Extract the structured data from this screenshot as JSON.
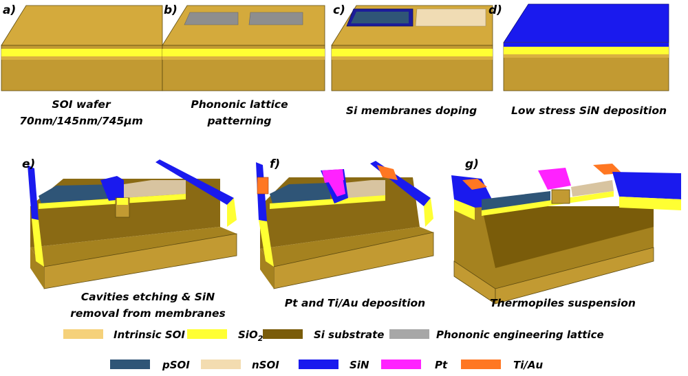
{
  "steps": [
    {
      "id": "a",
      "letter": "a)",
      "caption": [
        "SOI wafer",
        "70nm/145nm/745µm"
      ]
    },
    {
      "id": "b",
      "letter": "b)",
      "caption": [
        "Phononic lattice",
        "patterning"
      ]
    },
    {
      "id": "c",
      "letter": "c)",
      "caption": [
        "Si membranes doping"
      ]
    },
    {
      "id": "d",
      "letter": "d)",
      "caption": [
        "Low stress SiN deposition"
      ]
    },
    {
      "id": "e",
      "letter": "e)",
      "caption": [
        "Cavities etching & SiN",
        "removal from membranes"
      ]
    },
    {
      "id": "f",
      "letter": "f)",
      "caption": [
        "Pt and Ti/Au deposition"
      ]
    },
    {
      "id": "g",
      "letter": "g)",
      "caption": [
        "Thermopiles suspension"
      ]
    }
  ],
  "legend": [
    {
      "id": "intrinsic-soi",
      "label": "Intrinsic SOI",
      "color": "#f5d17a"
    },
    {
      "id": "sio2",
      "label": "SiO",
      "sub": "2",
      "color": "#ffff33"
    },
    {
      "id": "si-substrate",
      "label": "Si substrate",
      "color": "#7a5c0a"
    },
    {
      "id": "phononic",
      "label": "Phononic engineering lattice",
      "color": "#a7a7a7"
    },
    {
      "id": "psoi",
      "label": "pSOI",
      "color": "#2f5577"
    },
    {
      "id": "nsoi",
      "label": "nSOI",
      "color": "#f3dcb0"
    },
    {
      "id": "sin",
      "label": "SiN",
      "color": "#1a1aee"
    },
    {
      "id": "pt",
      "label": "Pt",
      "color": "#ff22ff"
    },
    {
      "id": "tiau",
      "label": "Ti/Au",
      "color": "#ff7722"
    }
  ],
  "colors": {
    "wafer_top": "#d4aa3c",
    "wafer_side": "#c29a32",
    "wafer_side_dark": "#a5821f",
    "cavity_floor": "#8a6a14"
  }
}
